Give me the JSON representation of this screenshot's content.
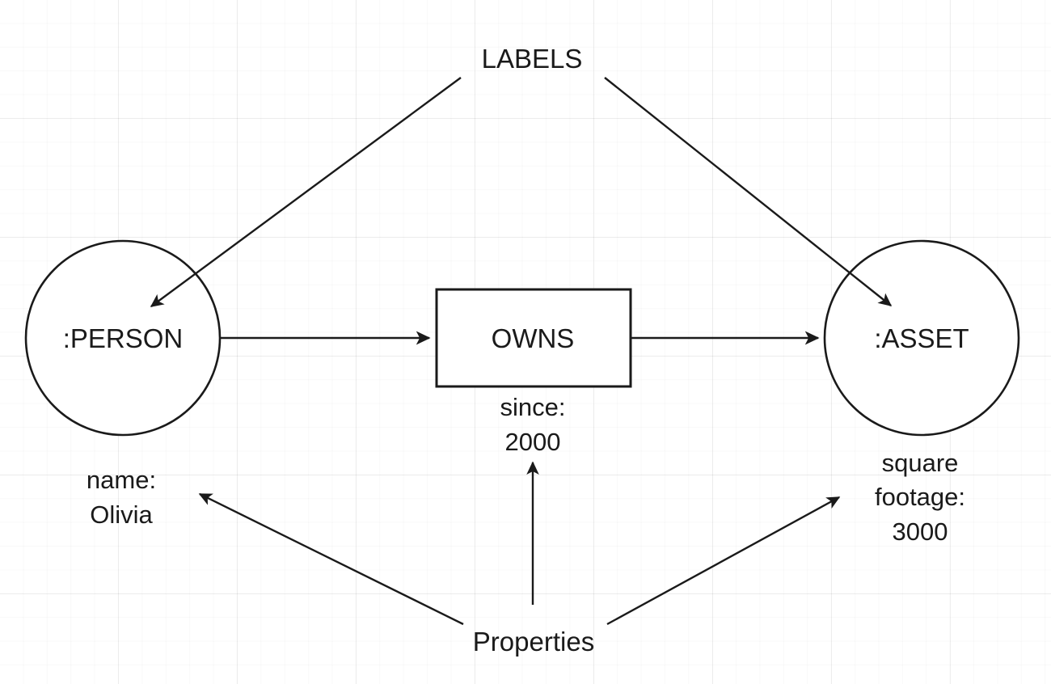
{
  "diagram": {
    "title_annotation": "LABELS",
    "properties_annotation": "Properties",
    "nodes": [
      {
        "id": "person",
        "label": ":PERSON",
        "shape": "circle",
        "property_lines": [
          "name:",
          "Olivia"
        ]
      },
      {
        "id": "asset",
        "label": ":ASSET",
        "shape": "circle",
        "property_lines": [
          "square",
          "footage:",
          "3000"
        ]
      }
    ],
    "relationship": {
      "id": "owns",
      "label": "OWNS",
      "shape": "rectangle",
      "property_lines": [
        "since:",
        "2000"
      ]
    },
    "edges": [
      {
        "from": "person",
        "to": "owns",
        "kind": "relationship-arrow"
      },
      {
        "from": "owns",
        "to": "asset",
        "kind": "relationship-arrow"
      },
      {
        "from": "LABELS",
        "to": "person",
        "kind": "annotation-arrow"
      },
      {
        "from": "LABELS",
        "to": "asset",
        "kind": "annotation-arrow"
      },
      {
        "from": "Properties",
        "to": "name-property",
        "kind": "annotation-arrow"
      },
      {
        "from": "Properties",
        "to": "since-property",
        "kind": "annotation-arrow"
      },
      {
        "from": "Properties",
        "to": "footage-property",
        "kind": "annotation-arrow"
      }
    ],
    "colors": {
      "stroke": "#1a1a1a",
      "fill": "#ffffff",
      "background": "#ffffff",
      "grid_minor": "rgba(0,0,0,0.022)",
      "grid_major": "rgba(0,0,0,0.055)"
    }
  }
}
